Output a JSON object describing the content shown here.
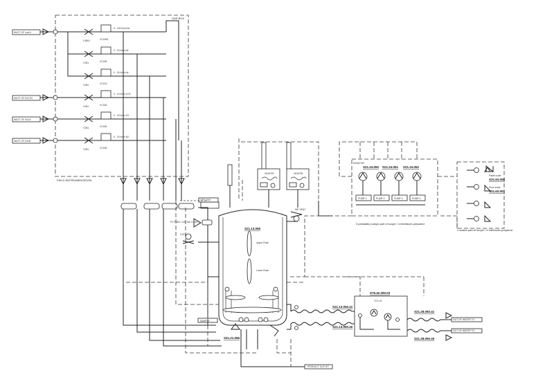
{
  "gas_box": {
    "title": "GAS BOX",
    "inlets": [
      {
        "label": "INLET OF Lab A",
        "valve": "V1B01",
        "mfc": "VC1B01",
        "mfc_range": "0 - 100 l/min Air"
      },
      {
        "label": "",
        "valve": "V1B1",
        "mfc": "VC1B1",
        "mfc_range": "0 - 20 l/min Air"
      },
      {
        "label": "",
        "valve": "V1B1",
        "mfc": "VC1D1",
        "mfc_range": "0 - 30 l/min Air"
      },
      {
        "label": "INLET OF ExCO2",
        "valve": "V1B1",
        "mfc": "VC1B1",
        "mfc_range": "0 - 10 l/min CO2"
      },
      {
        "label": "INLET OF ExO2",
        "valve": "V1B1",
        "mfc": "VC1B1",
        "mfc_range": "0 - 20 l/min O2"
      },
      {
        "label": "INLET OF ExN2",
        "valve": "V1B1",
        "mfc": "VC1B1",
        "mfc_range": "0 - 20 l/min N2"
      }
    ],
    "field_instrumentation": "FIELD INSTRUMENTATION"
  },
  "heaters": [
    {
      "label": "HEATER"
    },
    {
      "label": "HEATER"
    }
  ],
  "vessel": {
    "tag": "S21.13.056",
    "upper_label": "Upper Rush",
    "lower_label": "Lower Rush",
    "sample": "SAMPLE",
    "bottom_tag": "S21.21.056",
    "product_outlet": "PRODUCT OUTLET",
    "pressure_note": "P2 PN63 • 3,81 bar G (IEC)",
    "valve_tag": "V1P3",
    "vent": "INF VENT",
    "off_gas": "OFF GAS"
  },
  "pumps": {
    "tags": [
      "S21.24.050",
      "S21.24.051",
      "S21.24.052"
    ],
    "section_label": "MONITOR",
    "pump_labels": [
      "PUMP 1",
      "PUMP 2",
      "PUMP 3",
      "PUMP 4"
    ],
    "note": "3 peristaltic pumps part of scope / 4 interfaces prepared"
  },
  "scales": {
    "items": [
      {
        "label": "Pallet scale",
        "tag": "S21.63.050"
      },
      {
        "label": "Floor scale",
        "tag": "S21.63.051"
      }
    ],
    "note": "2 scales part of scope / 4 interfaces prepared"
  },
  "tcu": {
    "tag": "S75.42.290.03",
    "label": "TCU 01",
    "lines": [
      {
        "tag": "S21.13.050.41",
        "outlet": "S21.28.050.41",
        "dest": "OUT OF WATER TO"
      },
      {
        "tag": "S21.13.050.40",
        "outlet": "S21.28.050.40",
        "dest": "OUT OF WATER TO"
      }
    ]
  }
}
